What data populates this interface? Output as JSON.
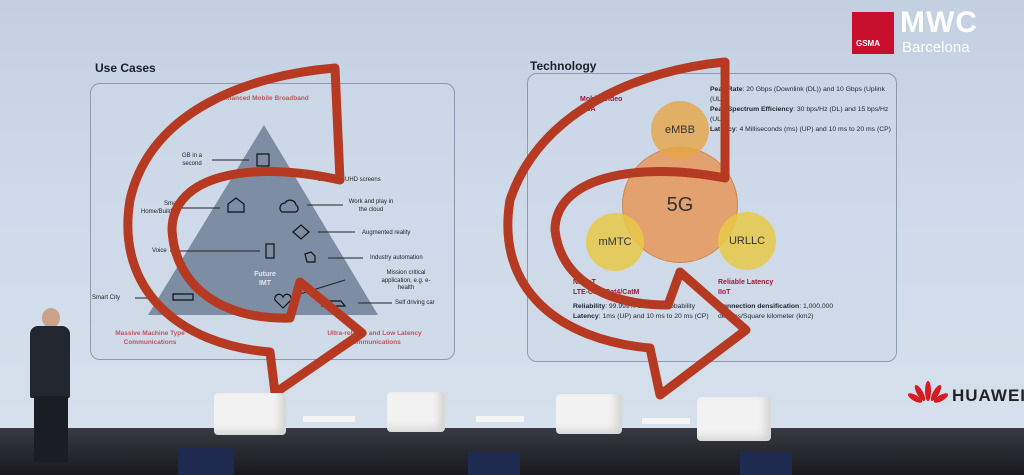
{
  "brand": {
    "gsma": "GSMA",
    "mwc": "MWC",
    "city": "Barcelona",
    "huawei": "HUAWEI",
    "colors": {
      "arrow": "#b63a22",
      "accent": "#c05560"
    }
  },
  "use_cases": {
    "title": "Use Cases",
    "top_label": "Enhanced Mobile Broadband",
    "left_label": "Massive Machine Type Communications",
    "right_label": "Ultra-reliable and Low Latency Communications",
    "center_label": "Future IMT",
    "items": {
      "gb": "GB in a second",
      "video": "3D video, UHD screens",
      "home": "Smart Home/Building",
      "cloud": "Work and play in the cloud",
      "ar": "Augmented reality",
      "voice": "Voice",
      "industry": "Industry automation",
      "mission": "Mission critical application, e.g. e-health",
      "city": "Smart City",
      "car": "Self driving car"
    }
  },
  "technology": {
    "title": "Technology",
    "center": "5G",
    "embb": "eMBB",
    "mmtc": "mMTC",
    "urllc": "URLLC",
    "embb_bullets": [
      "Mobile video",
      "FWA"
    ],
    "mmtc_bullets": [
      "NB-IoT",
      "LTE-Cat1/Cat4/CatM"
    ],
    "urllc_bullets": [
      "Reliable Latency",
      "IIoT"
    ],
    "peak_rate_label": "Peak Rate",
    "peak_rate": ": 20 Gbps (Downlink (DL)) and 10 Gbps (Uplink (UL))",
    "spectrum_label": "Peak Spectrum Efficiency",
    "spectrum": ": 30 bps/Hz (DL) and 15 bps/Hz (UL)",
    "latency_label": "Latency",
    "latency": ": 4 Milliseconds (ms) (UP) and 10 ms to 20 ms (CP)",
    "reliability_label": "Reliability",
    "reliability": ": 99.999% success probability",
    "latency2_label": "Latency",
    "latency2": ": 1ms (UP) and 10 ms to 20 ms (CP)",
    "density_label": "Connection densification",
    "density": ": 1,000,000 devices/Square kilometer (km2)"
  }
}
